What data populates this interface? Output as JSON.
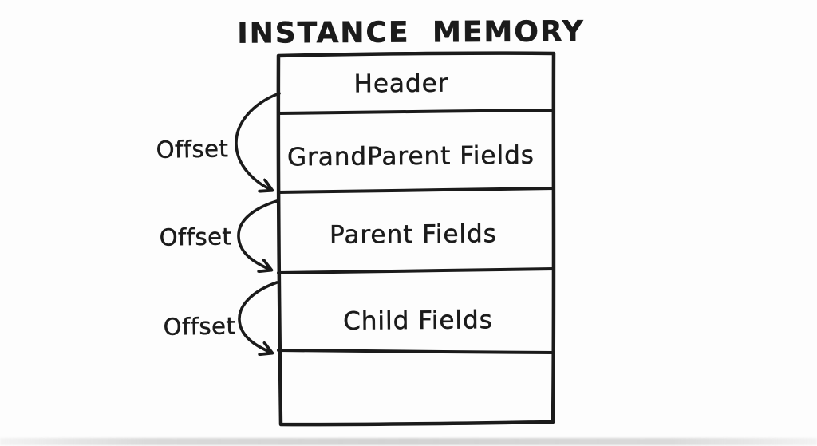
{
  "title": "INSTANCE MEMORY",
  "diagram": {
    "rows": [
      {
        "label": "Header"
      },
      {
        "label": "GrandParent Fields"
      },
      {
        "label": "Parent Fields"
      },
      {
        "label": "Child Fields"
      },
      {
        "label": ""
      }
    ],
    "offsets": [
      {
        "label": "Offset"
      },
      {
        "label": "Offset"
      },
      {
        "label": "Offset"
      }
    ]
  },
  "colors": {
    "ink": "#1b1b1b",
    "background": "#fdfdfd",
    "footer_band": "#c9c9c9"
  }
}
